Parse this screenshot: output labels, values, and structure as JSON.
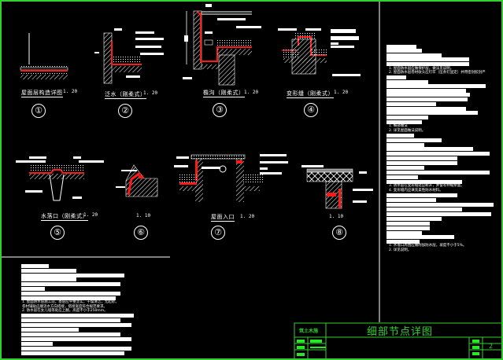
{
  "drawing": {
    "title": "细部节点详图",
    "company_label": "筑土木施",
    "page_number": "2",
    "colors": {
      "background": "#000000",
      "border": "#2fd12f",
      "linework": "#ffffff",
      "waterproofing": "#ff1a1a",
      "titleblock_fill": "#27e827"
    }
  },
  "details": [
    {
      "number": "①",
      "caption": "屋面层构造详图",
      "scale": "1. 20"
    },
    {
      "number": "②",
      "caption": "泛水（刚柔式）",
      "scale": "1. 20"
    },
    {
      "number": "③",
      "caption": "檐沟（刚柔式）",
      "scale": "1. 20"
    },
    {
      "number": "④",
      "caption": "变形缝（刚柔式）",
      "scale": "1. 20"
    },
    {
      "number": "⑤",
      "caption": "水落口（刚柔式）",
      "scale": "1. 20"
    },
    {
      "number": "⑥",
      "caption": "",
      "scale": "1. 10"
    },
    {
      "number": "⑦",
      "caption": "屋面入口",
      "scale": "1. 20"
    },
    {
      "number": "⑧",
      "caption": "",
      "scale": "1. 10"
    }
  ],
  "notes_right": {
    "line_a": "1. 屋面防水层应做保护层，做法见说明。",
    "line_b": "2. 屋面防水层卷材收头应钉牢（压条钉固定）并用密封胶封严",
    "line_c": "1. 细部做法",
    "line_d": "2. 详见屋面做法说明。",
    "line_e": "3. 防水层在变形缝处应断开，并留有伸缩余量。",
    "line_f": "4. 变形缝内应填充柔性防水材料。",
    "line_g": "1. 水落口周围应做附加防水层，坡度不小于5%。",
    "line_h": "2. 详见说明。"
  },
  "notes_bottom": {
    "line_a": "1. 屋面防水层施工前，基层应平整坚实，干燥清洁，无起砂。",
    "line_b": "   卷材铺贴应顺流水方向搭接，搭接宽度符合规范要求。",
    "line_c": "2. 防水层在女儿墙等处应上翻，高度不小于250mm。"
  }
}
